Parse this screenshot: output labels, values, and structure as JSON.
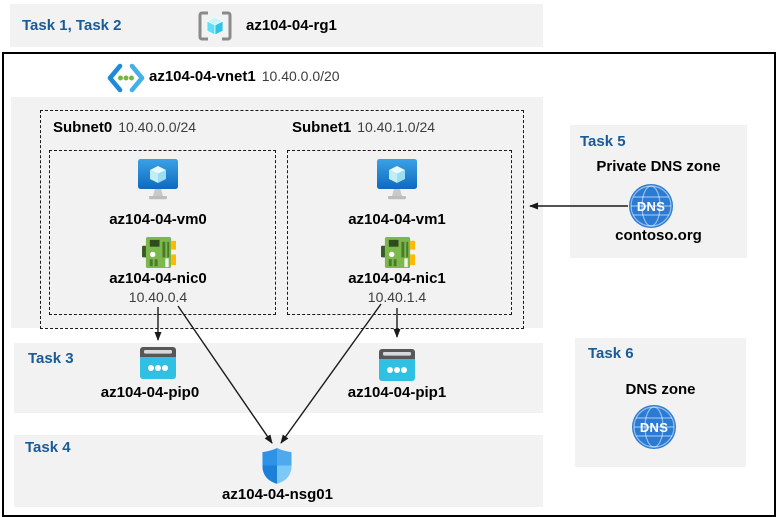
{
  "header": {
    "tasks": "Task 1, Task 2",
    "resource_group": "az104-04-rg1"
  },
  "vnet": {
    "name": "az104-04-vnet1",
    "cidr": "10.40.0.0/20"
  },
  "subnets": [
    {
      "name": "Subnet0",
      "cidr": "10.40.0.0/24",
      "vm": "az104-04-vm0",
      "nic": "az104-04-nic0",
      "ip": "10.40.0.4"
    },
    {
      "name": "Subnet1",
      "cidr": "10.40.1.0/24",
      "vm": "az104-04-vm1",
      "nic": "az104-04-nic1",
      "ip": "10.40.1.4"
    }
  ],
  "task3": {
    "label": "Task 3",
    "pip0": "az104-04-pip0",
    "pip1": "az104-04-pip1"
  },
  "task4": {
    "label": "Task 4",
    "nsg": "az104-04-nsg01"
  },
  "task5": {
    "label": "Task 5",
    "title": "Private DNS zone",
    "zone": "contoso.org",
    "icon_text": "DNS"
  },
  "task6": {
    "label": "Task 6",
    "title": "DNS zone",
    "icon_text": "DNS"
  },
  "colors": {
    "panel_bg": "#F2F2F2",
    "task_label": "#1A5A96",
    "secondary_text": "#3D3D3D",
    "vm_blue": "#1181D7",
    "nic_green": "#7CB84C",
    "pip_cyan": "#2FC0E4",
    "nsg_blue": "#2B90E4",
    "dns_blue": "#2B7BD4",
    "arrow": "#1A1A1A"
  }
}
